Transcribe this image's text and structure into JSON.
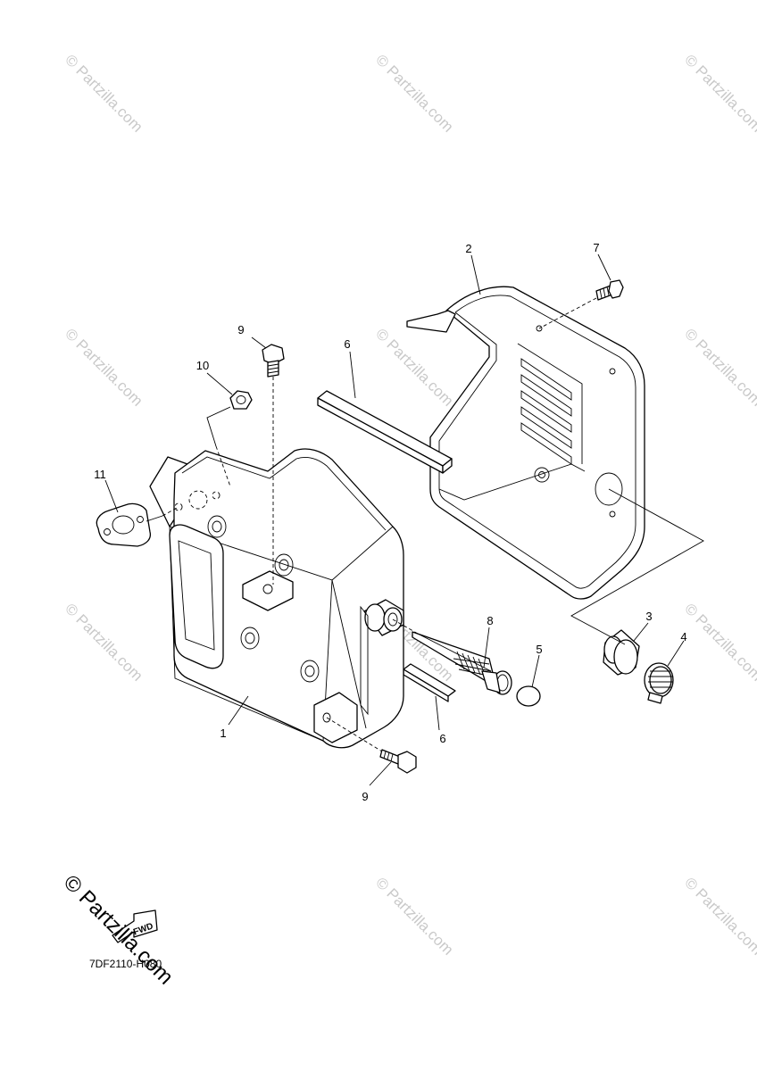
{
  "callouts": {
    "c1": "1",
    "c2": "2",
    "c3": "3",
    "c4": "4",
    "c5": "5",
    "c6a": "6",
    "c6b": "6",
    "c7": "7",
    "c8": "8",
    "c9a": "9",
    "c9b": "9",
    "c10": "10",
    "c11": "11"
  },
  "diagram_code": "7DF2110-H080",
  "fwd_label": "FWD",
  "watermark": {
    "small": "© Partzilla.com",
    "large": "© Partzilla.com"
  }
}
